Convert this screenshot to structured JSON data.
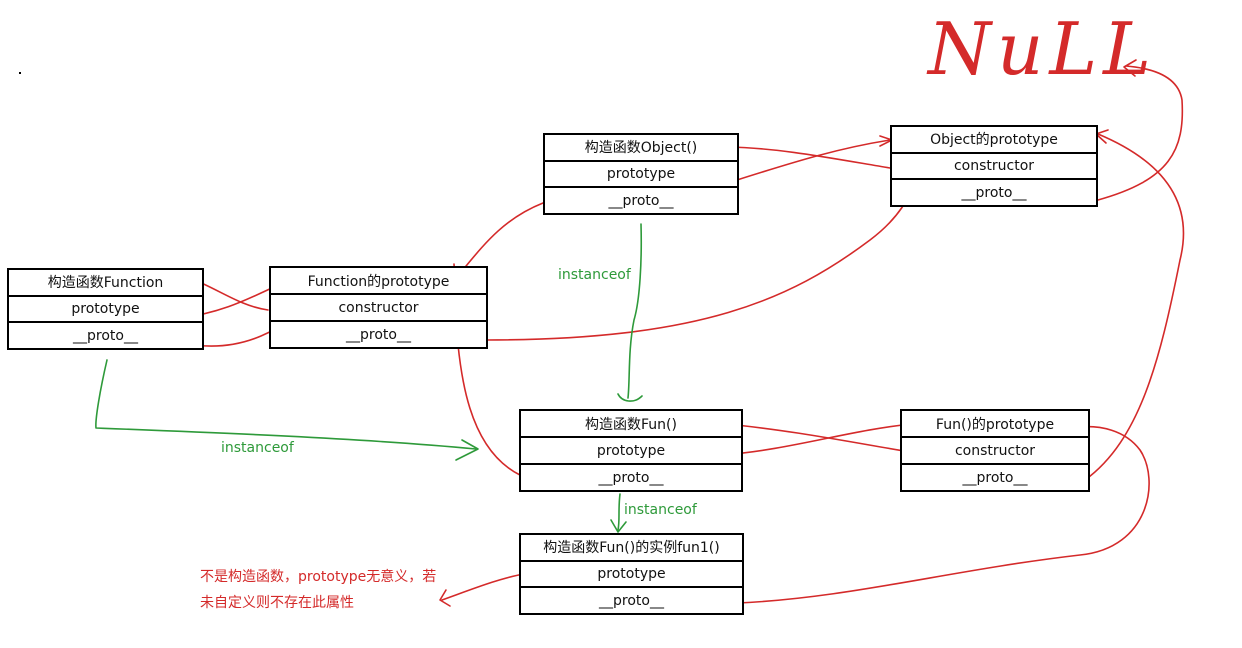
{
  "null_label": "NuLL",
  "boxes": {
    "ctor_object": {
      "title": "构造函数Object()",
      "row2": "prototype",
      "row3": "__proto__"
    },
    "object_prototype": {
      "title": "Object的prototype",
      "row2": "constructor",
      "row3": "__proto__"
    },
    "ctor_function": {
      "title": "构造函数Function",
      "row2": "prototype",
      "row3": "__proto__"
    },
    "function_prototype": {
      "title": "Function的prototype",
      "row2": "constructor",
      "row3": "__proto__"
    },
    "ctor_fun": {
      "title": "构造函数Fun()",
      "row2": "prototype",
      "row3": "__proto__"
    },
    "fun_prototype": {
      "title": "Fun()的prototype",
      "row2": "constructor",
      "row3": "__proto__"
    },
    "instance_fun1": {
      "title": "构造函数Fun()的实例fun1()",
      "row2": "prototype",
      "row3": "__proto__"
    }
  },
  "labels": {
    "instanceof_1": "instanceof",
    "instanceof_2": "instanceof",
    "instanceof_3": "instanceof",
    "note_line1": "不是构造函数，prototype无意义，若",
    "note_line2": "未自定义则不存在此属性"
  },
  "colors": {
    "red": "#d42a2a",
    "green": "#2e9a3a",
    "black": "#000000"
  }
}
